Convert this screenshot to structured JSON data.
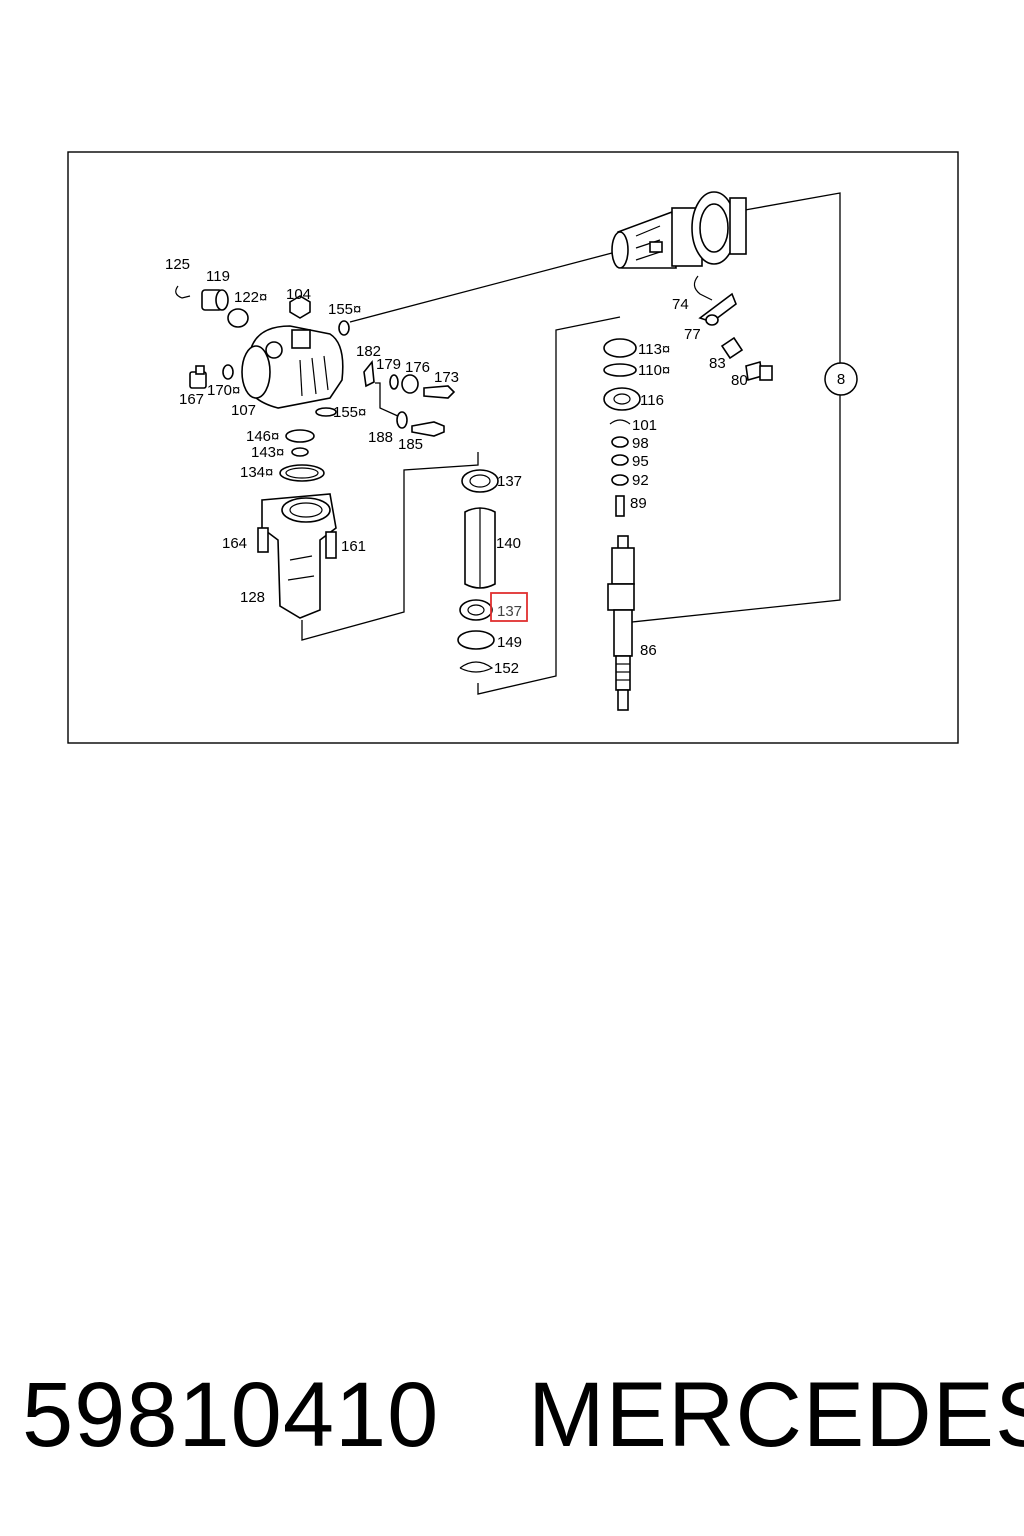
{
  "diagram": {
    "ref_circle": "8",
    "highlight_color": "#e03030",
    "callouts": [
      {
        "id": "c125",
        "text": "125"
      },
      {
        "id": "c119",
        "text": "119"
      },
      {
        "id": "c122",
        "text": "122¤"
      },
      {
        "id": "c104",
        "text": "104"
      },
      {
        "id": "c155a",
        "text": "155¤"
      },
      {
        "id": "c182",
        "text": "182"
      },
      {
        "id": "c179",
        "text": "179"
      },
      {
        "id": "c176",
        "text": "176"
      },
      {
        "id": "c173",
        "text": "173"
      },
      {
        "id": "c167",
        "text": "167"
      },
      {
        "id": "c170",
        "text": "170¤"
      },
      {
        "id": "c107",
        "text": "107"
      },
      {
        "id": "c155b",
        "text": "155¤"
      },
      {
        "id": "c188",
        "text": "188"
      },
      {
        "id": "c185",
        "text": "185"
      },
      {
        "id": "c146",
        "text": "146¤"
      },
      {
        "id": "c143",
        "text": "143¤"
      },
      {
        "id": "c134",
        "text": "134¤"
      },
      {
        "id": "c164",
        "text": "164"
      },
      {
        "id": "c161",
        "text": "161"
      },
      {
        "id": "c128",
        "text": "128"
      },
      {
        "id": "c137a",
        "text": "137"
      },
      {
        "id": "c140",
        "text": "140"
      },
      {
        "id": "c137b",
        "text": "137"
      },
      {
        "id": "c149",
        "text": "149"
      },
      {
        "id": "c152",
        "text": "152"
      },
      {
        "id": "c113",
        "text": "113¤"
      },
      {
        "id": "c110",
        "text": "110¤"
      },
      {
        "id": "c116",
        "text": "116"
      },
      {
        "id": "c101",
        "text": "101"
      },
      {
        "id": "c98",
        "text": "98"
      },
      {
        "id": "c95",
        "text": "95"
      },
      {
        "id": "c92",
        "text": "92"
      },
      {
        "id": "c89",
        "text": "89"
      },
      {
        "id": "c86",
        "text": "86"
      },
      {
        "id": "c74",
        "text": "74"
      },
      {
        "id": "c77",
        "text": "77"
      },
      {
        "id": "c83",
        "text": "83"
      },
      {
        "id": "c80",
        "text": "80"
      }
    ]
  },
  "footer": {
    "part_number": "59810410",
    "brand": "MERCEDES"
  }
}
